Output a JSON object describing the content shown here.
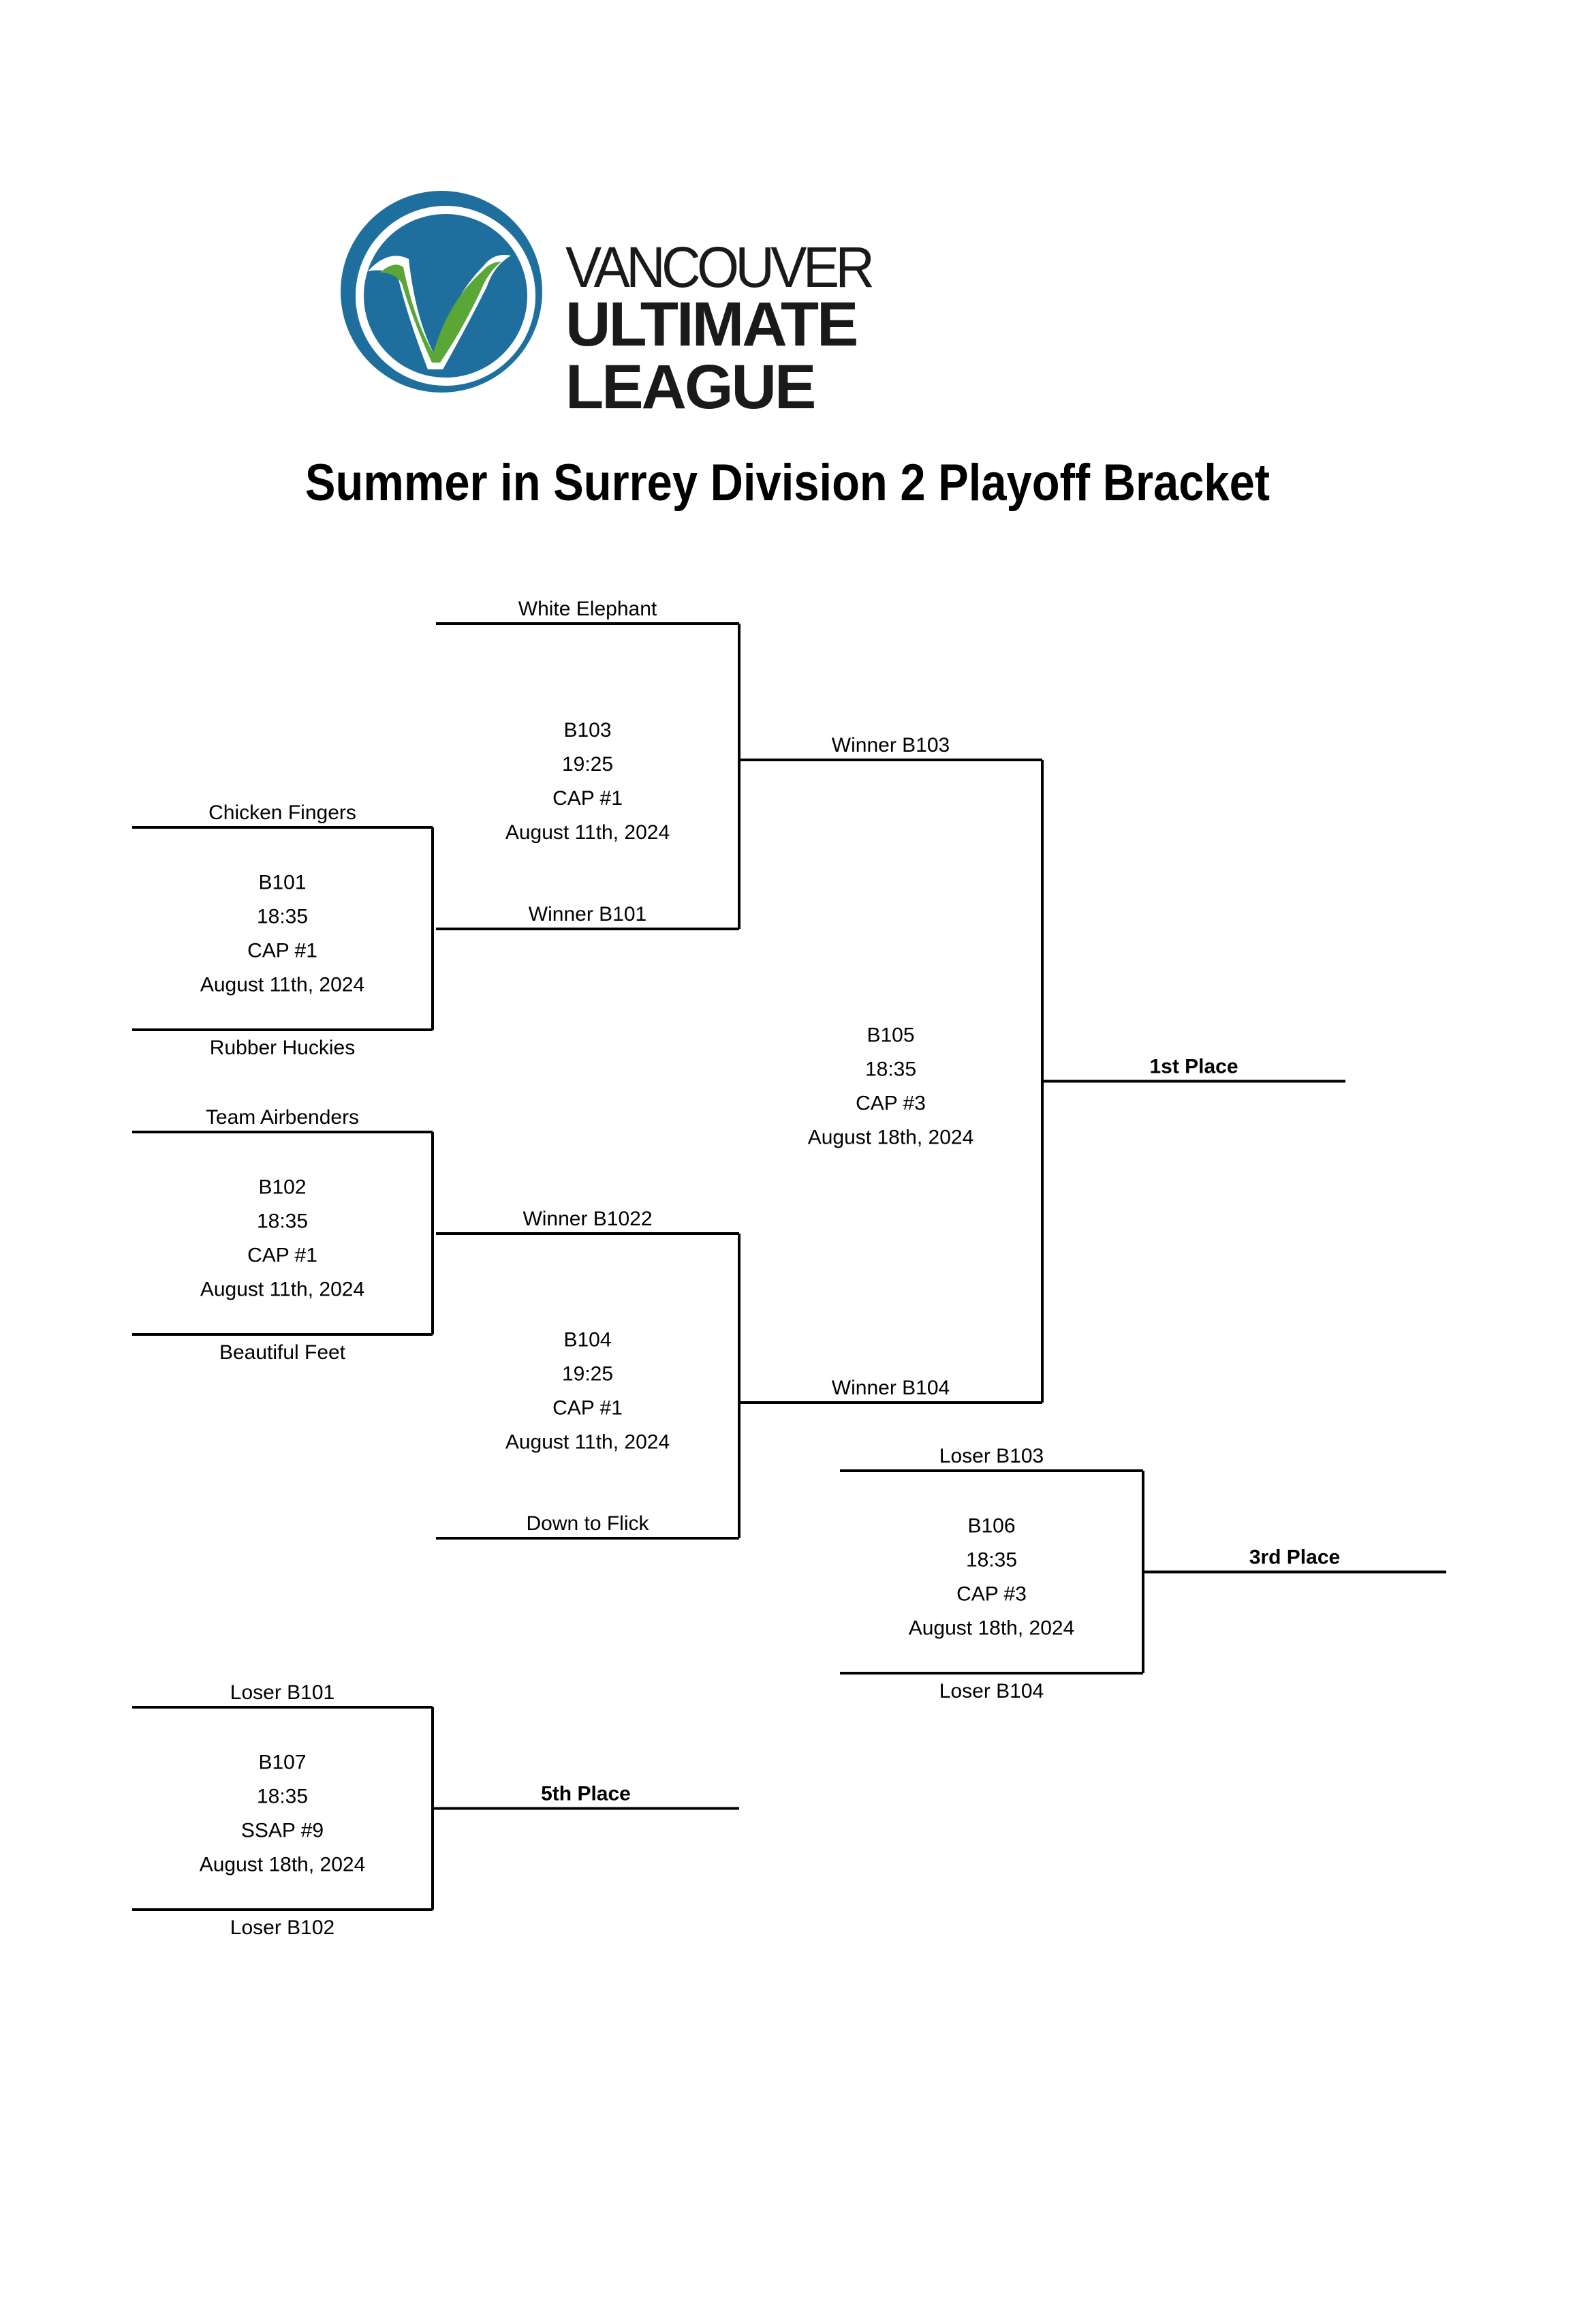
{
  "logo": {
    "line1": "VANCOUVER",
    "line2": "ULTIMATE LEAGUE",
    "colors": {
      "circle": "#1f6f9e",
      "v": "#5aa637",
      "text": "#1a1a1a"
    }
  },
  "title": "Summer in Surrey Division 2 Playoff Bracket",
  "games": [
    {
      "id": "B101",
      "time": "18:35",
      "field": "CAP #1",
      "date": "August 11th, 2024",
      "top": "Chicken Fingers",
      "bottom": "Rubber Huckies"
    },
    {
      "id": "B102",
      "time": "18:35",
      "field": "CAP #1",
      "date": "August 11th, 2024",
      "top": "Team Airbenders",
      "bottom": "Beautiful Feet"
    },
    {
      "id": "B103",
      "time": "19:25",
      "field": "CAP #1",
      "date": "August 11th, 2024",
      "top": "White Elephant",
      "bottom": "Winner B101"
    },
    {
      "id": "B104",
      "time": "19:25",
      "field": "CAP #1",
      "date": "August 11th, 2024",
      "top": "Winner B1022",
      "bottom": "Down to Flick"
    },
    {
      "id": "B105",
      "time": "18:35",
      "field": "CAP #3",
      "date": "August 18th, 2024",
      "top": "Winner B103",
      "bottom": "Winner B104"
    },
    {
      "id": "B106",
      "time": "18:35",
      "field": "CAP #3",
      "date": "August 18th, 2024",
      "top": "Loser B103",
      "bottom": "Loser B104"
    },
    {
      "id": "B107",
      "time": "18:35",
      "field": "SSAP #9",
      "date": "August 18th, 2024",
      "top": "Loser B101",
      "bottom": "Loser B102"
    }
  ],
  "results": [
    {
      "label": "1st Place"
    },
    {
      "label": "3rd Place"
    },
    {
      "label": "5th Place"
    }
  ]
}
